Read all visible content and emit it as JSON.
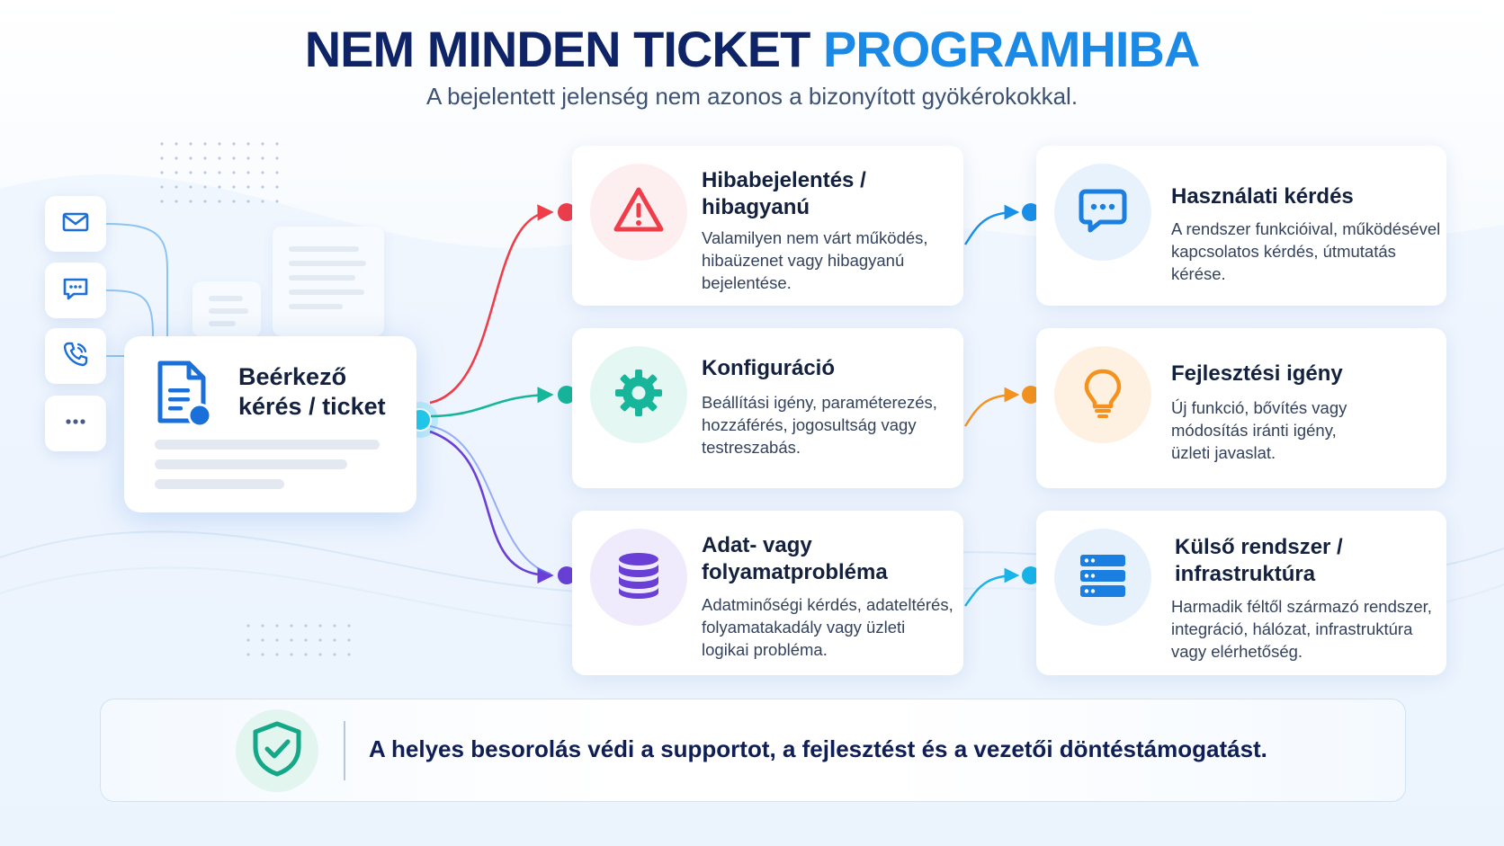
{
  "header": {
    "title_part1": "NEM MINDEN TICKET",
    "title_part2": "PROGRAMHIBA",
    "subtitle": "A bejelentett jelenség nem azonos a bizonyított gyökérokokkal."
  },
  "channels": [
    {
      "icon": "mail-icon"
    },
    {
      "icon": "chat-icon"
    },
    {
      "icon": "phone-icon"
    },
    {
      "icon": "more-icon"
    }
  ],
  "ticket": {
    "icon": "document-icon",
    "label": "Beérkező\nkérés / ticket"
  },
  "categories": [
    {
      "icon": "warning-icon",
      "color": "#ef3d4a",
      "bg": "#fdeef0",
      "title": "Hibabejelentés /\nhibagyanú",
      "desc": "Valamilyen nem várt működés,\nhibaüzenet vagy hibagyanú\nbejelentése."
    },
    {
      "icon": "chat-bubble-icon",
      "color": "#1a7fe0",
      "bg": "#e8f2fd",
      "title": "Használati kérdés",
      "desc": "A rendszer funkcióival, működésével\nkapcsolatos kérdés, útmutatás\nkérése."
    },
    {
      "icon": "gear-icon",
      "color": "#17b59a",
      "bg": "#e4f7f3",
      "title": "Konfiguráció",
      "desc": "Beállítási igény, paraméterezés,\nhozzáférés, jogosultság vagy\ntestreszabás."
    },
    {
      "icon": "lightbulb-icon",
      "color": "#f5921e",
      "bg": "#fff1e2",
      "title": "Fejlesztési igény",
      "desc": "Új funkció, bővítés vagy\nmódosítás iránti igény,\nüzleti javaslat."
    },
    {
      "icon": "database-icon",
      "color": "#6a3fd6",
      "bg": "#f0ebfc",
      "title": "Adat- vagy\nfolyamatprobléma",
      "desc": "Adatminőségi kérdés, adateltérés,\nfolyamatakadály vagy üzleti\nlogikai probléma."
    },
    {
      "icon": "server-icon",
      "color": "#1a7fe0",
      "bg": "#e6f1fc",
      "title": "Külső rendszer /\ninfrastruktúra",
      "desc": "Harmadik féltől származó rendszer,\nintegráció, hálózat, infrastruktúra\nvagy elérhetőség."
    }
  ],
  "footer": {
    "icon": "shield-check-icon",
    "text": "A helyes besorolás védi a supportot, a fejlesztést és a vezetői döntéstámogatást."
  }
}
